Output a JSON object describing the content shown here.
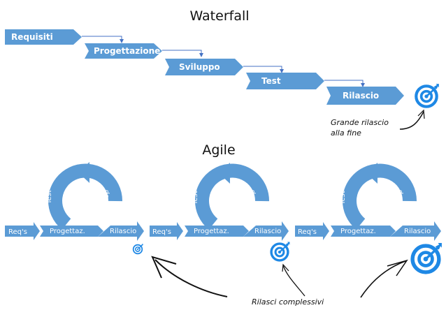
{
  "colors": {
    "shape_fill": "#5b9bd5",
    "connector": "#4472c4",
    "target": "#1e88e5",
    "text_dark": "#111111"
  },
  "waterfall": {
    "title": "Waterfall",
    "steps": [
      "Requisiti",
      "Progettazione",
      "Sviluppo",
      "Test",
      "Rilascio"
    ],
    "note_line1": "Grande rilascio",
    "note_line2": "alla fine",
    "target_icon": "target-icon"
  },
  "agile": {
    "title": "Agile",
    "iterations": [
      {
        "reqs": "Req's",
        "design": "Progettaz.",
        "release": "Rilascio",
        "loop_left": "Test",
        "loop_right": "Develop"
      },
      {
        "reqs": "Req's",
        "design": "Progettaz.",
        "release": "Rilascio",
        "loop_left": "Test",
        "loop_right": "Develop"
      },
      {
        "reqs": "Req's",
        "design": "Progettaz.",
        "release": "Rilascio",
        "loop_left": "Test",
        "loop_right": "Develop"
      }
    ],
    "note": "Rilasci complessivi"
  }
}
